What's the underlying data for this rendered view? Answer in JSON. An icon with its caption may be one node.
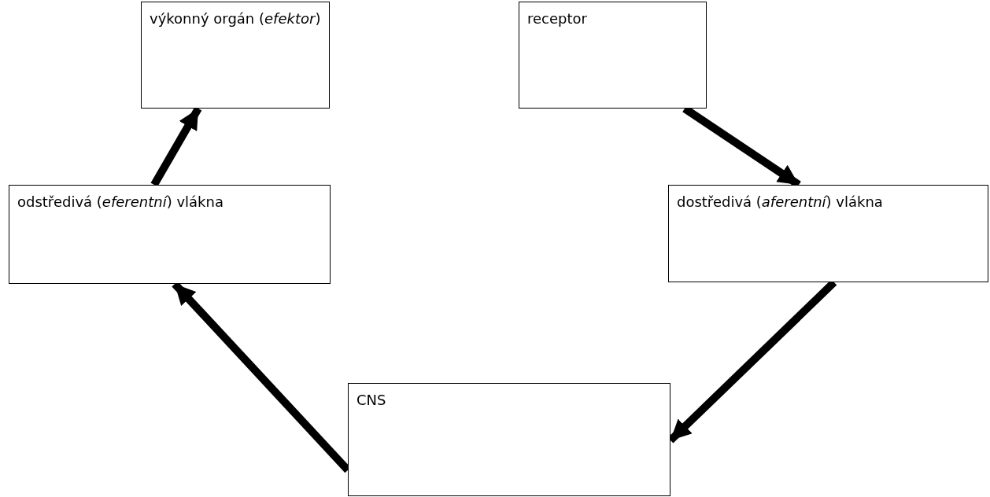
{
  "diagram": {
    "nodes": [
      {
        "text": [
          "výkonný orgán (*efektor*)"
        ]
      },
      {
        "text": [
          "receptor"
        ]
      },
      {
        "text": [
          "odstředivá (*eferentní*) vlákna"
        ]
      },
      {
        "text": [
          "dostředivá (*aferentní*) vlákna"
        ]
      },
      {
        "text": [
          "CNS"
        ]
      }
    ],
    "edges": [
      {
        "from": 1,
        "to": 3,
        "arrow": "to"
      },
      {
        "from": 3,
        "to": 4,
        "arrow": "to"
      },
      {
        "from": 4,
        "to": 2,
        "arrow": "to"
      },
      {
        "from": 2,
        "to": 0,
        "arrow": "to"
      }
    ]
  }
}
